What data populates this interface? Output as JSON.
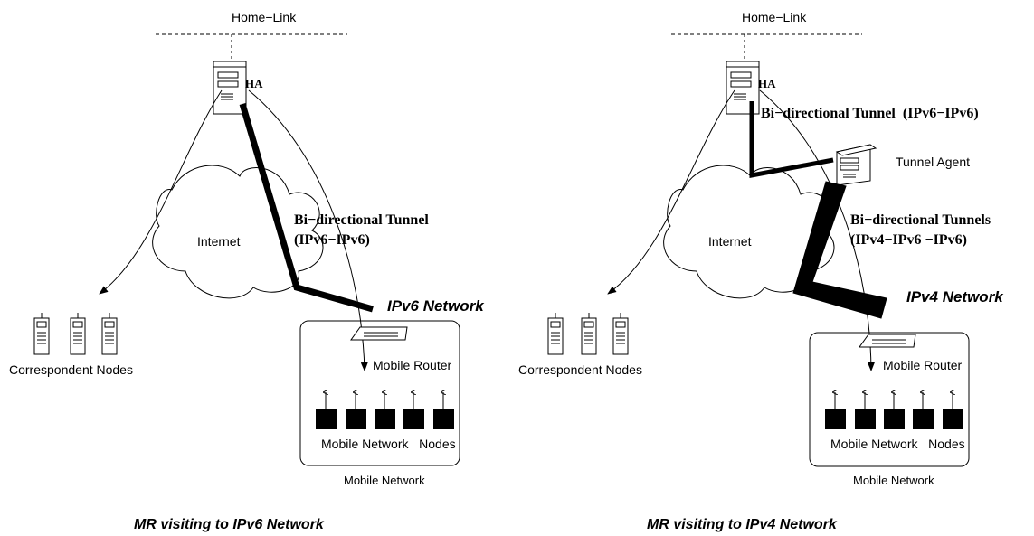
{
  "left_panel": {
    "home_link": "Home−Link",
    "ha": "HA",
    "internet": "Internet",
    "tunnel_line1": "Bi−directional Tunnel",
    "tunnel_line2": "(IPv6−IPv6)",
    "visited_network": "IPv6 Network",
    "correspondent_nodes": "Correspondent Nodes",
    "mobile_router": "Mobile Router",
    "mobile_network_nodes": "Mobile Network   Nodes",
    "mobile_network": "Mobile Network",
    "caption": "MR visiting to IPv6 Network"
  },
  "right_panel": {
    "home_link": "Home−Link",
    "ha": "HA",
    "internet": "Internet",
    "tunnel_top": "Bi−directional Tunnel  (IPv6−IPv6)",
    "tunnel_agent": "Tunnel Agent",
    "tunnels_line1": "Bi−directional Tunnels",
    "tunnels_line2": "(IPv4−IPv6 −IPv6)",
    "visited_network": "IPv4 Network",
    "correspondent_nodes": "Correspondent Nodes",
    "mobile_router": "Mobile Router",
    "mobile_network_nodes": "Mobile Network   Nodes",
    "mobile_network": "Mobile Network",
    "caption": "MR visiting to IPv4 Network"
  }
}
